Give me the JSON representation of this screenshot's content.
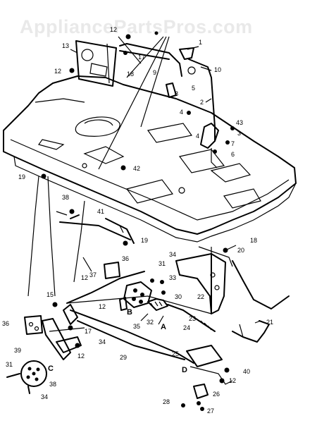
{
  "watermark": "AppliancePartsPros.com",
  "parts": {
    "p1": "1",
    "p2": "2",
    "p3": "3",
    "p4": "4",
    "p4b": "4",
    "p5": "5",
    "p6": "6",
    "p7": "7",
    "p8": "8",
    "p9": "9",
    "p10": "10",
    "p12a": "12",
    "p12b": "12",
    "p12c": "12",
    "p12d": "12",
    "p12e": "12",
    "p12f": "12",
    "p13": "13",
    "p15": "15",
    "p17a": "17",
    "p17b": "17",
    "p18a": "18",
    "p18b": "18",
    "p19a": "19",
    "p19b": "19",
    "p20": "20",
    "p21": "21",
    "p22": "22",
    "p23": "23",
    "p24": "24",
    "p25": "25",
    "p26": "26",
    "p27": "27",
    "p28": "28",
    "p29": "29",
    "p30": "30",
    "p31a": "31",
    "p31b": "31",
    "p32": "32",
    "p33": "33",
    "p34a": "34",
    "p34b": "34",
    "p34c": "34",
    "p35": "35",
    "p36a": "36",
    "p36b": "36",
    "p37": "37",
    "p38a": "38",
    "p38b": "38",
    "p39": "39",
    "p40": "40",
    "p41": "41",
    "p42": "42",
    "p43": "43"
  },
  "callouts": {
    "a": "A",
    "b": "B",
    "c": "C",
    "d": "D"
  }
}
